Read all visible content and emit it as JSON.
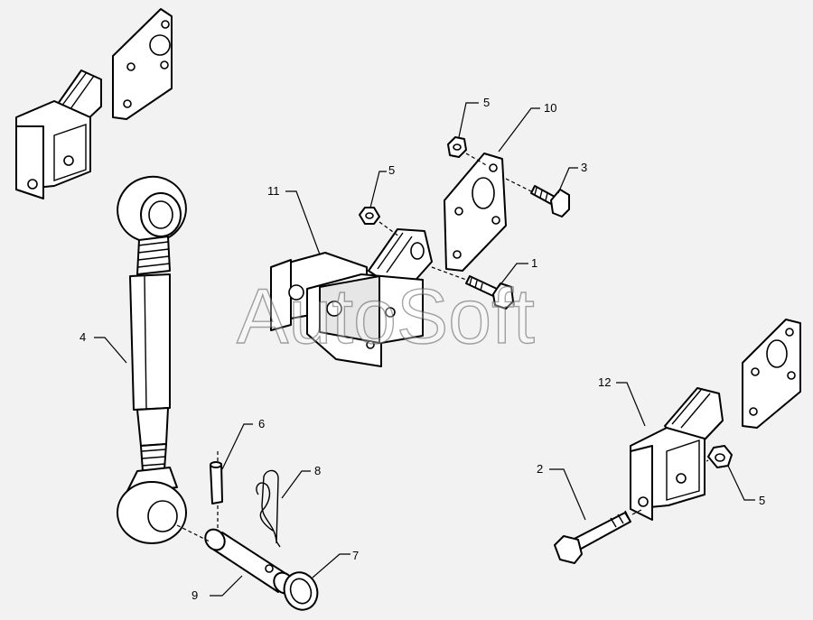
{
  "watermark": "AutoSoft",
  "callouts": {
    "c1": "1",
    "c2": "2",
    "c3": "3",
    "c4": "4",
    "c5a": "5",
    "c5b": "5",
    "c5c": "5",
    "c6": "6",
    "c7": "7",
    "c8": "8",
    "c9": "9",
    "c10": "10",
    "c11": "11",
    "c12": "12"
  },
  "colors": {
    "background": "#f2f2f2",
    "line": "#000000"
  }
}
